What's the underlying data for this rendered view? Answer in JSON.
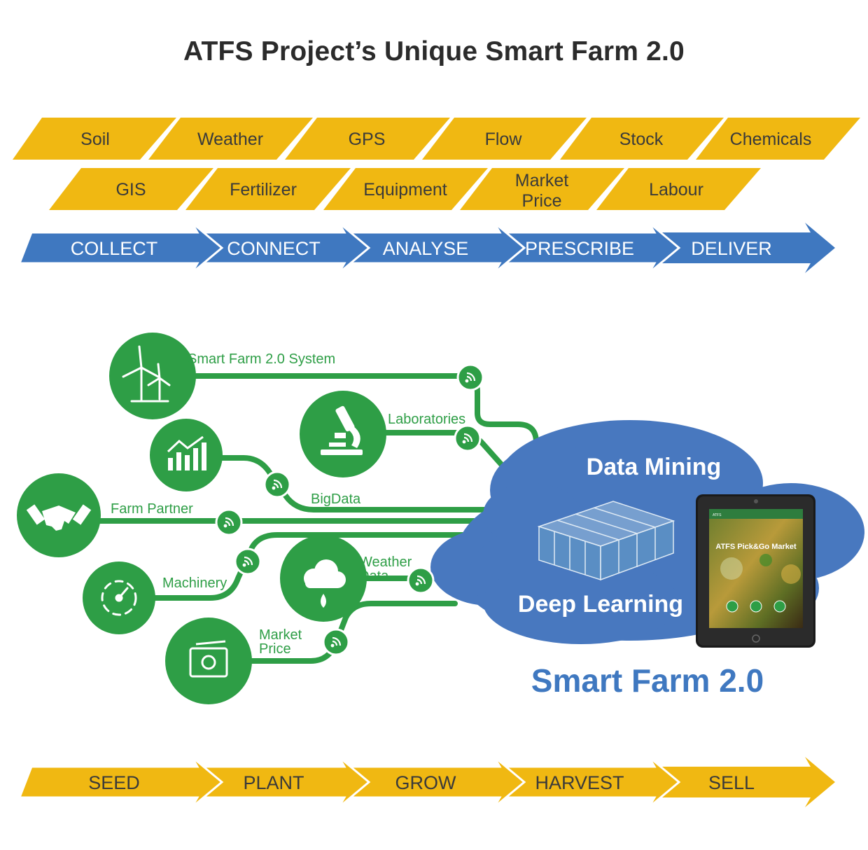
{
  "title": "ATFS Project’s Unique Smart Farm 2.0",
  "data_row1": [
    "Soil",
    "Weather",
    "GPS",
    "Flow",
    "Stock",
    "Chemicals"
  ],
  "data_row2": [
    "GIS",
    "Fertilizer",
    "Equipment",
    "Market Price",
    "Labour"
  ],
  "process_steps": [
    "COLLECT",
    "CONNECT",
    "ANALYSE",
    "PRESCRIBE",
    "DELIVER"
  ],
  "farm_steps": [
    "SEED",
    "PLANT",
    "GROW",
    "HARVEST",
    "SELL"
  ],
  "nodes": {
    "system": {
      "label": "Smart Farm 2.0 System",
      "icon": "wind-turbine-icon"
    },
    "labs": {
      "label": "Laboratories",
      "icon": "microscope-icon"
    },
    "bigdata": {
      "label": "BigData",
      "icon": "bar-chart-icon"
    },
    "partner": {
      "label": "Farm Partner",
      "icon": "handshake-icon"
    },
    "machinery": {
      "label": "Machinery",
      "icon": "gauge-icon"
    },
    "weather": {
      "label": "Weather Data",
      "icon": "rain-cloud-icon"
    },
    "market": {
      "label": "Market Price",
      "icon": "money-icon"
    }
  },
  "cloud": {
    "top_text": "Data Mining",
    "bottom_text": "Deep Learning"
  },
  "tablet": {
    "title": "ATFS Pick&Go Market",
    "brand": "ATFS"
  },
  "smart_farm_label": "Smart Farm 2.0",
  "colors": {
    "yellow": "#f0b812",
    "blue": "#3f78c0",
    "green": "#2e9e46"
  }
}
